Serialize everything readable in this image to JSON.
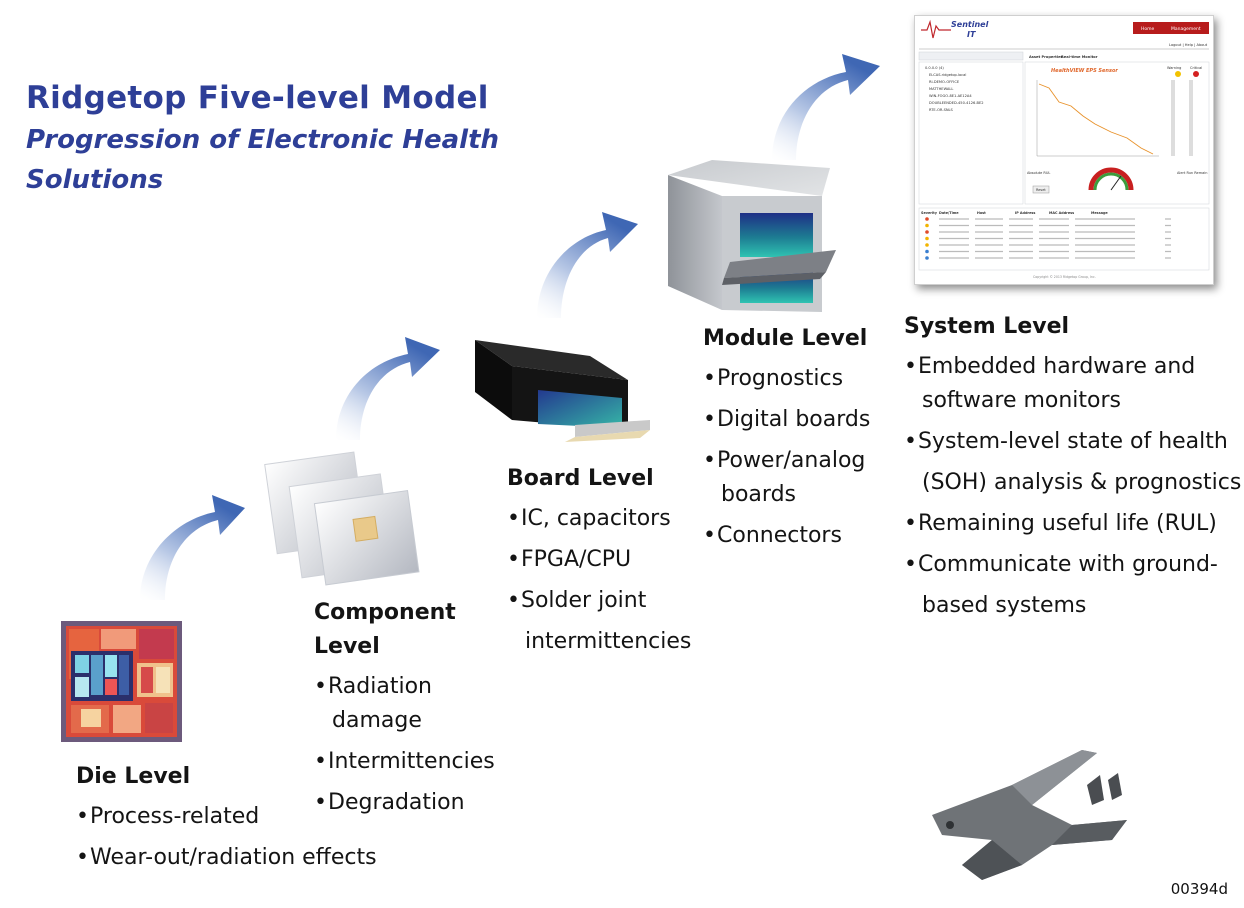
{
  "title": "Ridgetop Five-level Model",
  "subtitle": "Progression of Electronic Health Solutions",
  "levels": {
    "die": {
      "title": "Die Level",
      "bullets": [
        "Process-related",
        "Wear-out/radiation effects"
      ]
    },
    "component": {
      "title_line1": "Component",
      "title_line2": "Level",
      "bullets": [
        {
          "line1": "Radiation",
          "line2": "damage"
        },
        {
          "line1": "Intermittencies"
        },
        {
          "line1": "Degradation"
        }
      ]
    },
    "board": {
      "title": "Board Level",
      "bullets": [
        {
          "line1": "IC, capacitors"
        },
        {
          "line1": "FPGA/CPU"
        },
        {
          "line1": "Solder joint",
          "line2": "intermittencies"
        }
      ]
    },
    "module": {
      "title": "Module Level",
      "bullets": [
        {
          "line1": "Prognostics"
        },
        {
          "line1": "Digital boards"
        },
        {
          "line1": "Power/analog",
          "line2": "boards"
        },
        {
          "line1": "Connectors"
        }
      ]
    },
    "system": {
      "title": "System Level",
      "bullets": [
        {
          "line1": "Embedded hardware and",
          "line2": "software monitors"
        },
        {
          "line1": "System-level state of health",
          "line2": "(SOH) analysis & prognostics"
        },
        {
          "line1": "Remaining useful life (RUL)"
        },
        {
          "line1": "Communicate with ground-",
          "line2": "based systems"
        }
      ]
    }
  },
  "dashboard": {
    "logo_line1": "Sentinel",
    "logo_line2": "IT",
    "nav": [
      "Home",
      "Management"
    ],
    "links": "Logout | Help | About",
    "tabs": [
      "Asset Properties",
      "Real-time Monitor"
    ],
    "sensor_title": "HealthVIEW EPS Sensor",
    "warning_label": "Warning",
    "critical_label": "Critical",
    "tree_items": [
      "0.0.0.0 (4)",
      "ELCAS.ridgetop.local",
      "RI-DEMO-OFFICE",
      "MATTHEWALL",
      "WIN-FOGO-8E1-AE12A4",
      "DOUBLEENDED-450-4126-BE2",
      "RTE-OR-SNLS"
    ],
    "table_headers": [
      "Severity",
      "Date/Time",
      "Host",
      "IP Address",
      "MAC Address",
      "Message"
    ],
    "table_rows": 7,
    "reset_label": "Reset",
    "absolute_label": "Absolute RUL",
    "alert_label": "Alert Run Remain",
    "footer": "Copyright © 2013 Ridgetop Group, Inc."
  },
  "ref_id": "00394d"
}
